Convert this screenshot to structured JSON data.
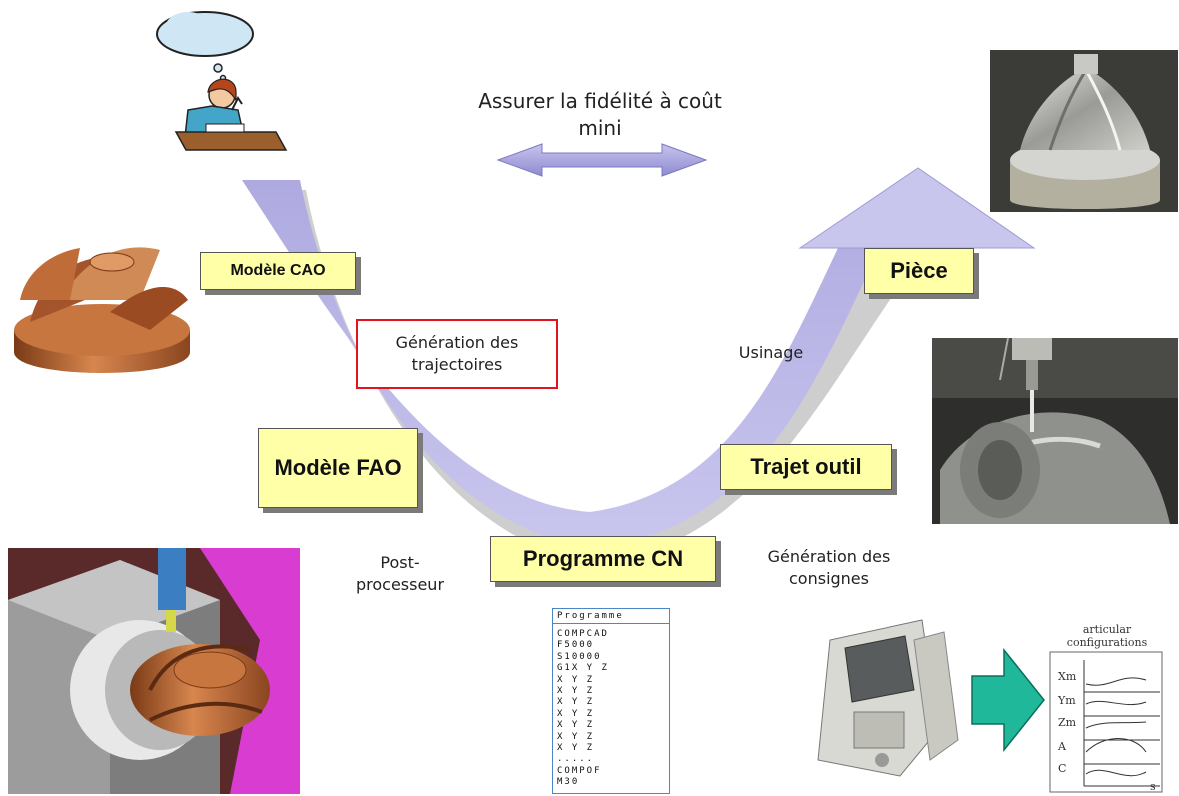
{
  "title": "Assurer la fidélité à coût mini",
  "boxes": {
    "cao": "Modèle CAO",
    "fao": "Modèle FAO",
    "programme": "Programme CN",
    "trajet": "Trajet outil",
    "piece": "Pièce"
  },
  "labels": {
    "generation_trajectoires": "Génération des trajectoires",
    "usinage": "Usinage",
    "post_processeur": "Post- processeur",
    "generation_consignes": "Génération des consignes"
  },
  "program_listing": {
    "header": "Programme",
    "lines": [
      "COMPCAD",
      "F5000",
      "S10000",
      "G1X Y Z",
      "X Y Z",
      "X Y Z",
      "X Y Z",
      "X Y Z",
      "X Y Z",
      "X Y Z",
      "X Y Z",
      ".....",
      "COMPOF",
      "M30"
    ]
  },
  "articular": {
    "title": "articular configurations",
    "axes": [
      "Xm",
      "Ym",
      "Zm",
      "A",
      "C"
    ],
    "xlabel": "s"
  },
  "colors": {
    "arc": "#b8b4e4",
    "box_fill": "#ffffa8",
    "red_border": "#e0141e",
    "teal_arrow": "#1fb89a",
    "copper": "#b5632f"
  }
}
